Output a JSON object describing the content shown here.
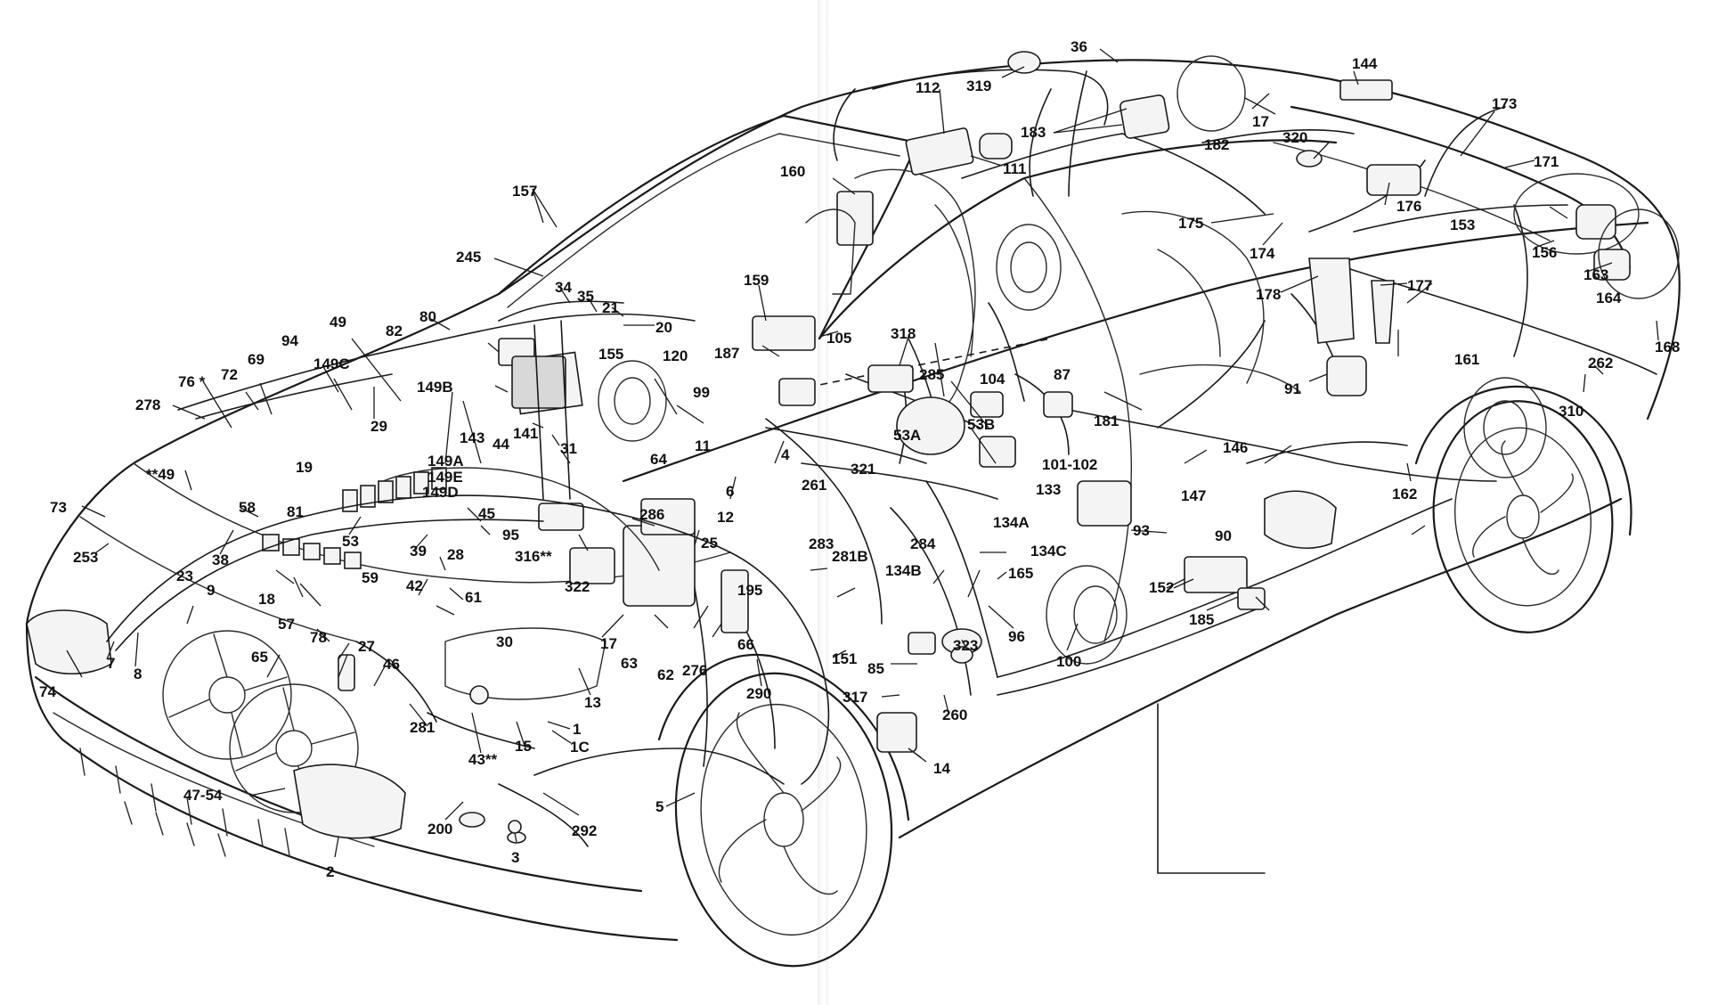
{
  "callouts": [
    "36",
    "319",
    "112",
    "111",
    "144",
    "173",
    "183",
    "182",
    "17",
    "320",
    "171",
    "160",
    "157",
    "176",
    "153",
    "175",
    "174",
    "156",
    "163",
    "164",
    "178",
    "177",
    "245",
    "34",
    "35",
    "21",
    "20",
    "159",
    "105",
    "318",
    "187",
    "155",
    "120",
    "94",
    "49",
    "82",
    "80",
    "69",
    "149C",
    "72",
    "76 *",
    "278",
    "29",
    "149B",
    "143",
    "44",
    "141",
    "31",
    "99",
    "285",
    "104",
    "87",
    "53B",
    "53A",
    "101-102",
    "181",
    "91",
    "161",
    "262",
    "168",
    "310",
    "146",
    "147",
    "162",
    "19",
    "81",
    "149A",
    "149E",
    "149D",
    "64",
    "11",
    "6",
    "4",
    "12",
    "261",
    "321",
    "133",
    "134A",
    "93",
    "90",
    "73",
    "**49",
    "58",
    "53",
    "45",
    "95",
    "286",
    "253",
    "38",
    "39",
    "28",
    "316**",
    "25",
    "283",
    "281B",
    "134B",
    "134C",
    "165",
    "23",
    "18",
    "59",
    "322",
    "195",
    "284",
    "152",
    "185",
    "9",
    "42",
    "61",
    "17",
    "63",
    "62",
    "276",
    "66",
    "96",
    "100",
    "323",
    "57",
    "78",
    "27",
    "30",
    "65",
    "46",
    "151",
    "85",
    "74",
    "7",
    "8",
    "13",
    "290",
    "317",
    "260",
    "281",
    "1",
    "1C",
    "43**",
    "15",
    "14",
    "47-54",
    "200",
    "292",
    "5",
    "2",
    "3"
  ],
  "colors": {
    "line": "#1a1a1a",
    "paper": "#ffffff",
    "part_fill": "#f4f4f4"
  }
}
